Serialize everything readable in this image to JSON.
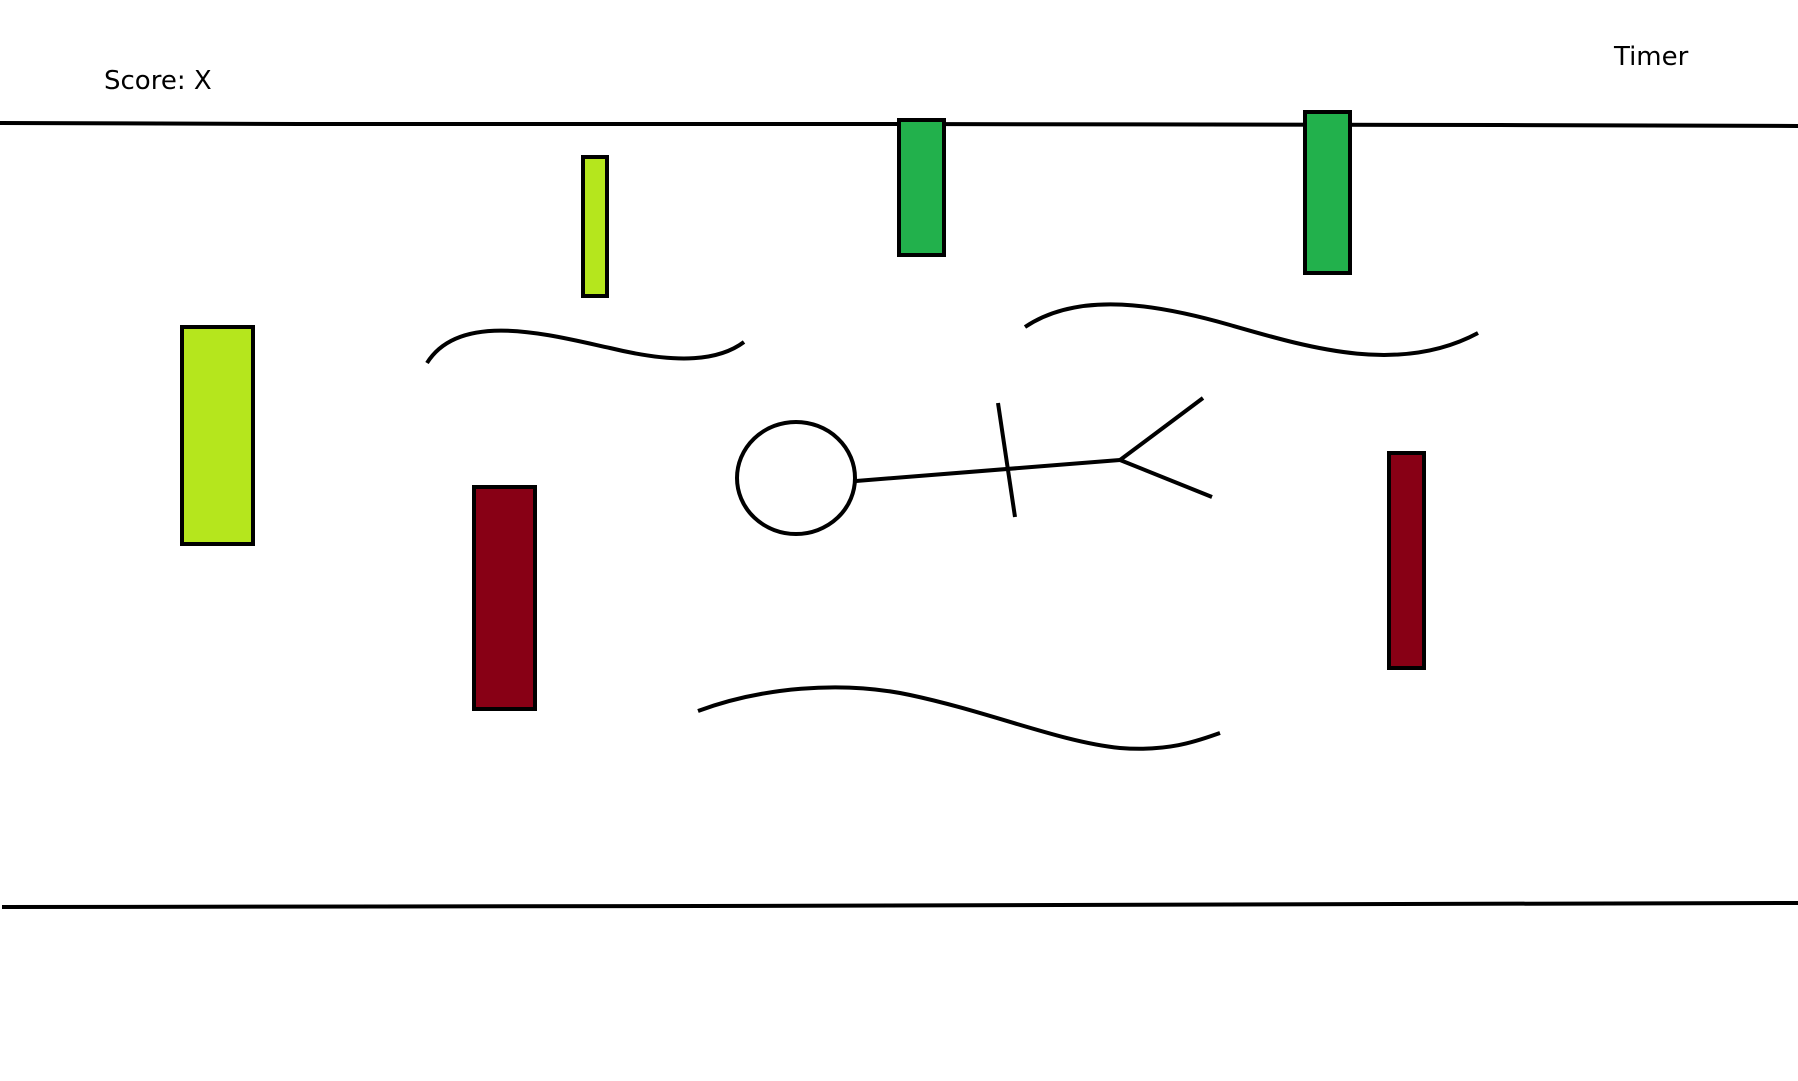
{
  "hud": {
    "score_label": "Score: X",
    "timer_label": "Timer"
  },
  "colors": {
    "background": "#ffffff",
    "outline": "#000000",
    "lime_obstacle": "#b5e61d",
    "green_obstacle": "#22b14c",
    "red_obstacle": "#880015"
  },
  "entities": [
    {
      "kind": "lime-obstacle",
      "color_key": "lime_obstacle"
    },
    {
      "kind": "lime-obstacle",
      "color_key": "lime_obstacle"
    },
    {
      "kind": "green-obstacle",
      "color_key": "green_obstacle"
    },
    {
      "kind": "green-obstacle",
      "color_key": "green_obstacle"
    },
    {
      "kind": "red-obstacle",
      "color_key": "red_obstacle"
    },
    {
      "kind": "red-obstacle",
      "color_key": "red_obstacle"
    }
  ],
  "player": {
    "description_icon": "stick-figure-player-icon"
  }
}
